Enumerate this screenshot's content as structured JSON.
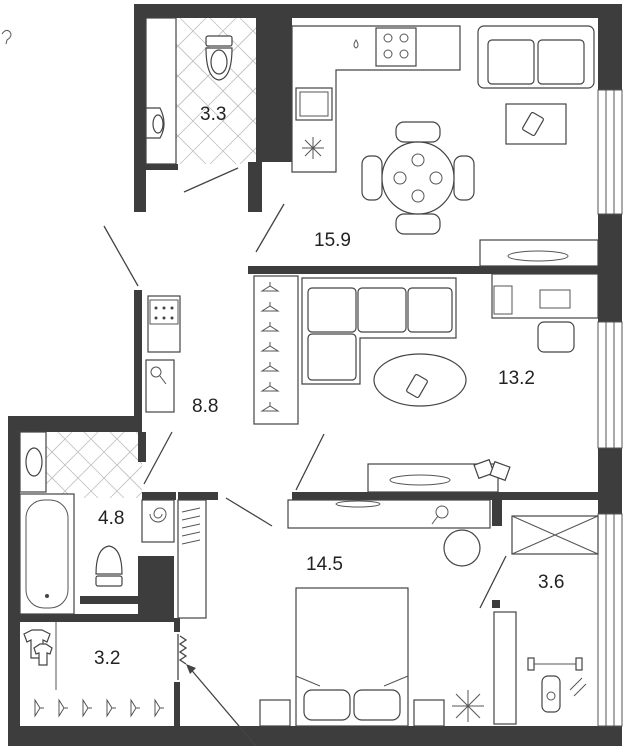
{
  "floorplan": {
    "rooms": [
      {
        "id": "wc",
        "area": "3.3"
      },
      {
        "id": "kitchen-living",
        "area": "15.9"
      },
      {
        "id": "hall",
        "area": "8.8"
      },
      {
        "id": "living",
        "area": "13.2"
      },
      {
        "id": "bathroom",
        "area": "4.8"
      },
      {
        "id": "bedroom",
        "area": "14.5"
      },
      {
        "id": "storage",
        "area": "3.2"
      },
      {
        "id": "balcony",
        "area": "3.6"
      }
    ],
    "colors": {
      "wall": "#3d3d3d",
      "tile": "#bfbfbf",
      "line": "#444444"
    },
    "icons": [
      "question-icon",
      "snowflake-icon",
      "stove-icon",
      "washer-icon",
      "hanger-icon",
      "phone-icon",
      "plant-icon",
      "dumbbell-icon",
      "shirt-icon"
    ]
  }
}
